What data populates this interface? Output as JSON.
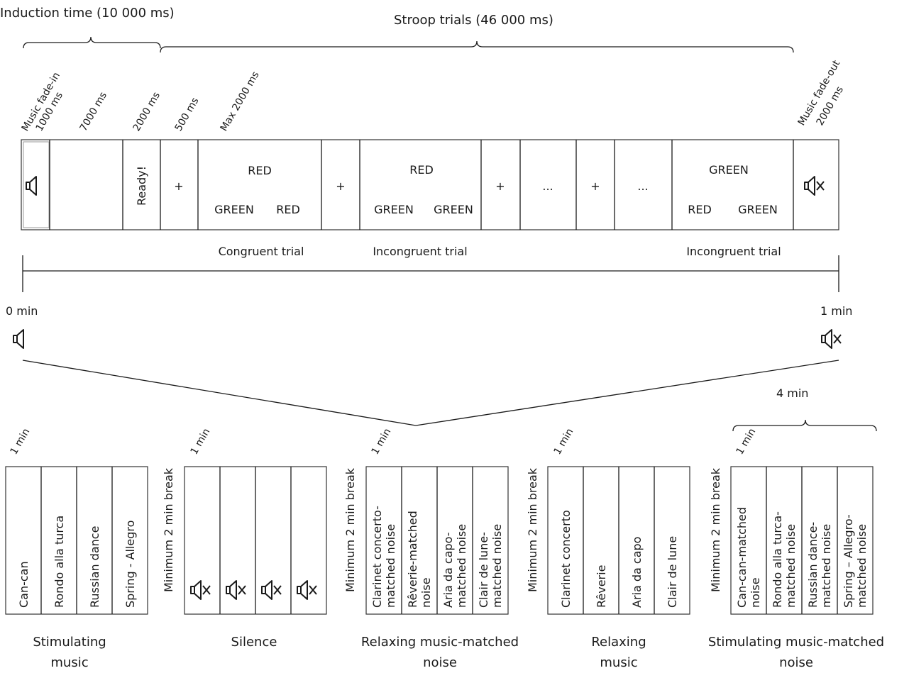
{
  "colors": {
    "red": "#ff1a1a",
    "green": "#22a01e",
    "ink": "#1a1a1a"
  },
  "header": {
    "induction_label": "Induction time (10 000 ms)",
    "stroop_label": "Stroop trials (46 000 ms)"
  },
  "durations": {
    "fade_in_1": "Music fade-in",
    "fade_in_2": "1000 ms",
    "d7000": "7000 ms",
    "d2000": "2000 ms",
    "d500": "500 ms",
    "dmax": "Max 2000 ms",
    "fade_out_1": "Music fade-out",
    "fade_out_2": "2000 ms"
  },
  "sequence": {
    "ready": "Ready!",
    "fixation": "+",
    "ellipsis": "...",
    "trial1": {
      "top": "RED",
      "left": "GREEN",
      "right": "RED"
    },
    "trial2": {
      "top": "RED",
      "left": "GREEN",
      "right": "GREEN"
    },
    "trial3": {
      "top": "GREEN",
      "left": "RED",
      "right": "GREEN"
    }
  },
  "trial_labels": {
    "congruent": "Congruent trial",
    "incongruent_1": "Incongruent trial",
    "incongruent_2": "Incongruent trial"
  },
  "timeline": {
    "start": "0 min",
    "end": "1 min"
  },
  "blocks": {
    "one_min": "1 min",
    "four_min": "4 min",
    "break": "Minimum 2 min break",
    "stimulating_music": {
      "cells": [
        "Can-can",
        "Rondo alla turca",
        "Russian dance",
        "Spring - Allegro"
      ],
      "label_1": "Stimulating",
      "label_2": "music"
    },
    "silence": {
      "label_1": "Silence"
    },
    "relaxing_noise": {
      "cells": [
        [
          "Clarinet concerto-",
          "matched noise"
        ],
        [
          "Rêverie-matched",
          "noise"
        ],
        [
          "Aria da capo-",
          "matched noise"
        ],
        [
          "Clair de lune-",
          "matched noise"
        ]
      ],
      "label_1": "Relaxing  music-matched",
      "label_2": "noise"
    },
    "relaxing_music": {
      "cells": [
        "Clarinet  concerto",
        "Rêverie",
        "Aria  da capo",
        "Clair  de lune"
      ],
      "label_1": "Relaxing",
      "label_2": "music"
    },
    "stimulating_noise": {
      "cells": [
        [
          "Can-can-matched",
          "noise"
        ],
        [
          "Rondo alla turca-",
          "matched noise"
        ],
        [
          "Russian dance-",
          "matched noise"
        ],
        [
          "Spring – Allegro-",
          "matched noise"
        ]
      ],
      "label_1": "Stimulating  music-matched",
      "label_2": "noise"
    }
  }
}
